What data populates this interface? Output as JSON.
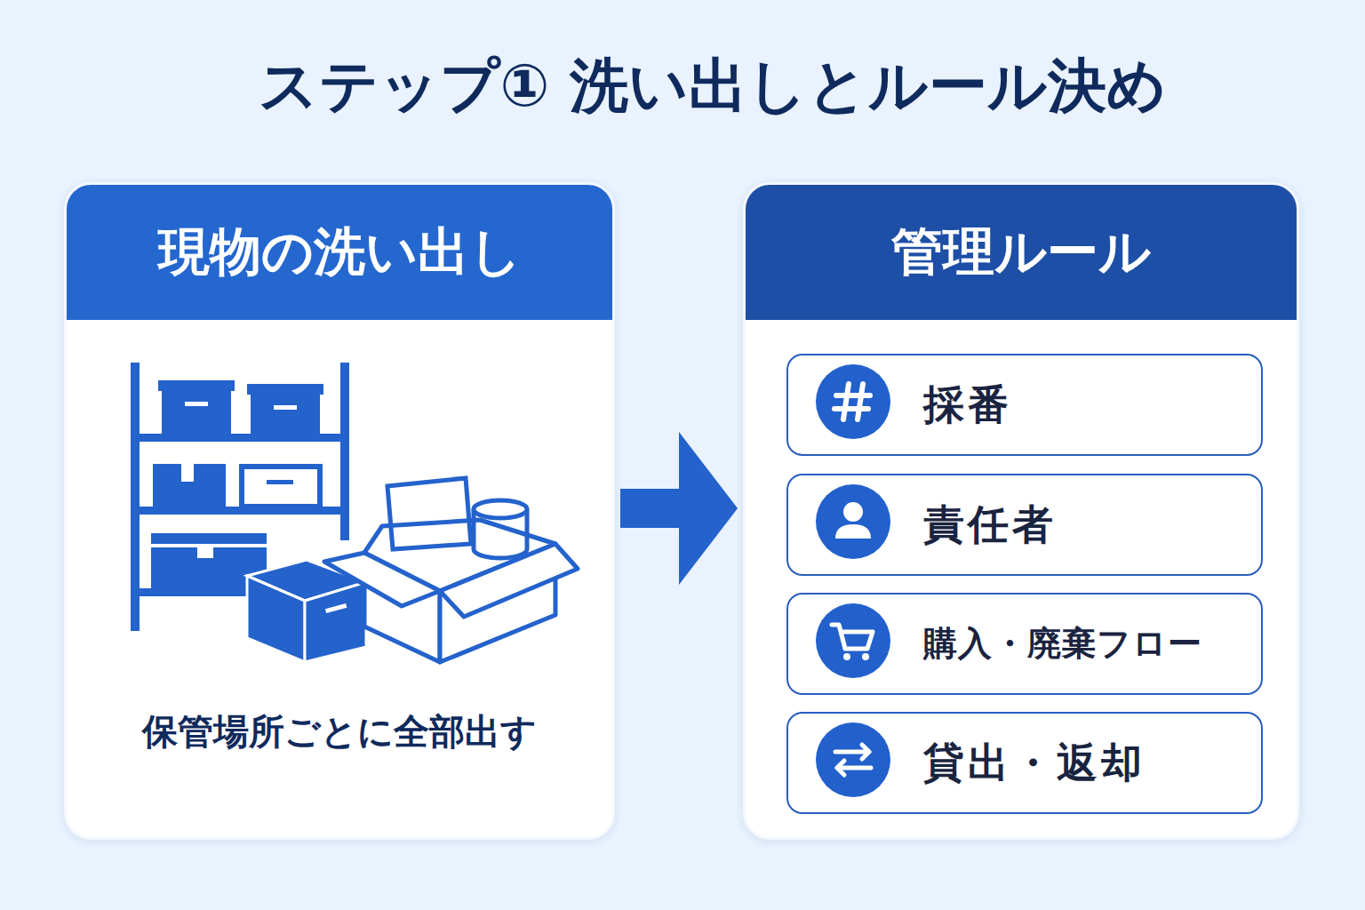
{
  "diagram": {
    "title": "ステップ① 洗い出しとルール決め",
    "nodes": [
      {
        "text": [
          "現物の洗い出し",
          "保管場所ごとに全部出す"
        ]
      },
      {
        "text": [
          "管理ルール"
        ]
      },
      {
        "text": [
          "採番"
        ],
        "in": 1
      },
      {
        "text": [
          "責任者"
        ],
        "in": 1
      },
      {
        "text": [
          "購入・廃棄フロー"
        ],
        "in": 1
      },
      {
        "text": [
          "貸出・返却"
        ],
        "in": 1
      }
    ],
    "edges": [
      {
        "from": 0,
        "to": 1,
        "arrow": "to"
      }
    ]
  }
}
